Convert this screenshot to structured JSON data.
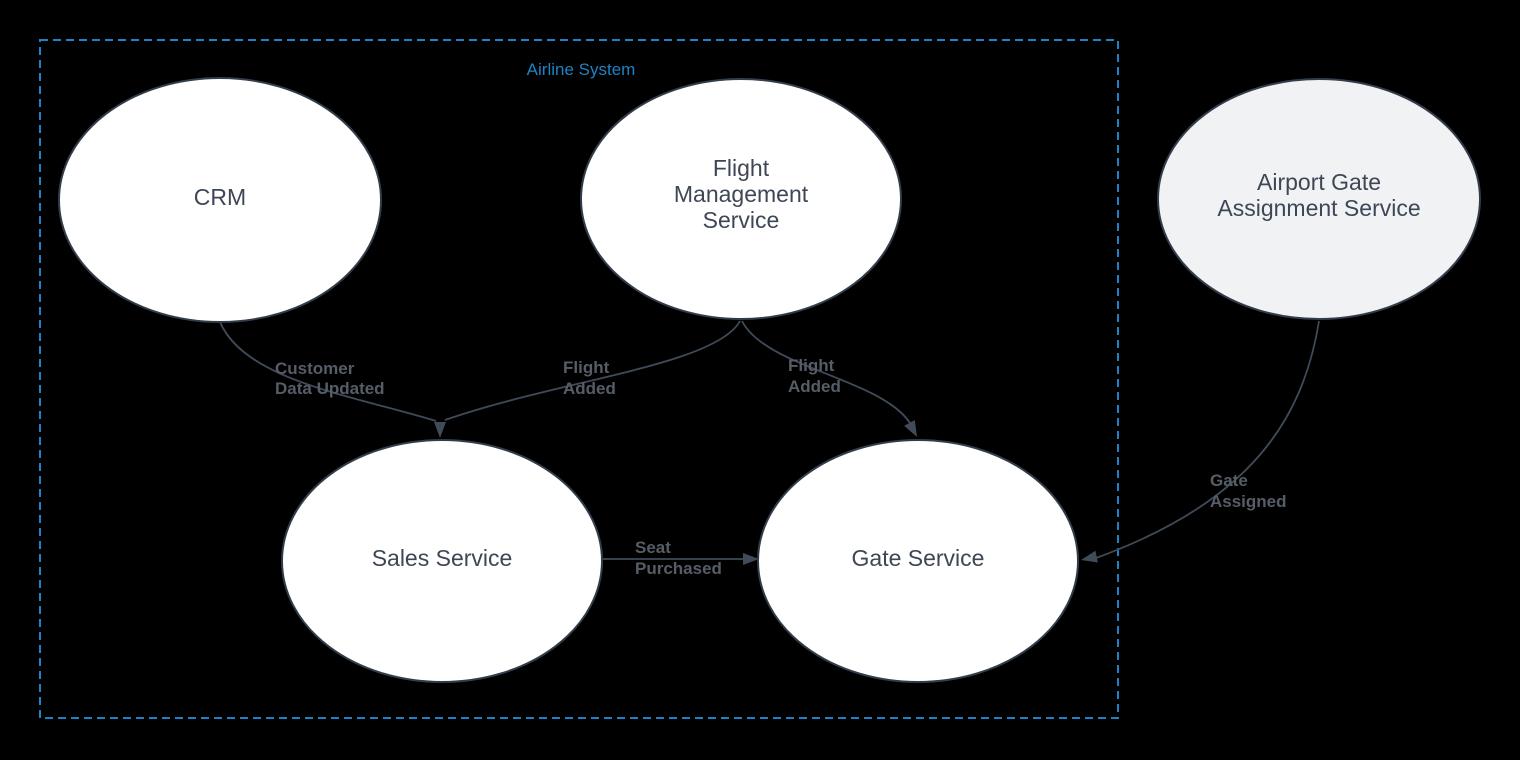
{
  "boundary": {
    "label": "Airline System"
  },
  "nodes": [
    {
      "id": "crm",
      "label": "CRM",
      "lines": [
        "CRM"
      ],
      "fill": "#ffffff"
    },
    {
      "id": "flight-management-service",
      "label": "Flight Management Service",
      "lines": [
        "Flight",
        "Management",
        "Service"
      ],
      "fill": "#ffffff"
    },
    {
      "id": "airport-gate-assignment-service",
      "label": "Airport Gate Assignment Service",
      "lines": [
        "Airport Gate",
        "Assignment Service"
      ],
      "fill": "#f1f2f4"
    },
    {
      "id": "sales-service",
      "label": "Sales Service",
      "lines": [
        "Sales Service"
      ],
      "fill": "#ffffff"
    },
    {
      "id": "gate-service",
      "label": "Gate Service",
      "lines": [
        "Gate Service"
      ],
      "fill": "#ffffff"
    }
  ],
  "edges": [
    {
      "from": "CRM",
      "to": "Sales Service",
      "label": "Customer Data Updated",
      "label_lines": [
        "Customer",
        "Data Updated"
      ]
    },
    {
      "from": "Flight Management Service",
      "to": "Sales Service",
      "label": "Flight Added",
      "label_lines": [
        "Flight",
        "Added"
      ]
    },
    {
      "from": "Flight Management Service",
      "to": "Gate Service",
      "label": "Flight Added",
      "label_lines": [
        "Flight",
        "Added"
      ]
    },
    {
      "from": "Sales Service",
      "to": "Gate Service",
      "label": "Seat Purchased",
      "label_lines": [
        "Seat",
        "Purchased"
      ]
    },
    {
      "from": "Airport Gate Assignment Service",
      "to": "Gate Service",
      "label": "Gate Assigned",
      "label_lines": [
        "Gate",
        "Assigned"
      ]
    }
  ],
  "colors": {
    "background": "#000000",
    "boundary": "#1e82c4",
    "node_fill": "#ffffff",
    "external_node_fill": "#f1f2f4",
    "node_stroke": "#323d4b",
    "node_text": "#3e4756",
    "edge_stroke": "#404b59",
    "edge_label_text": "#565d66"
  }
}
